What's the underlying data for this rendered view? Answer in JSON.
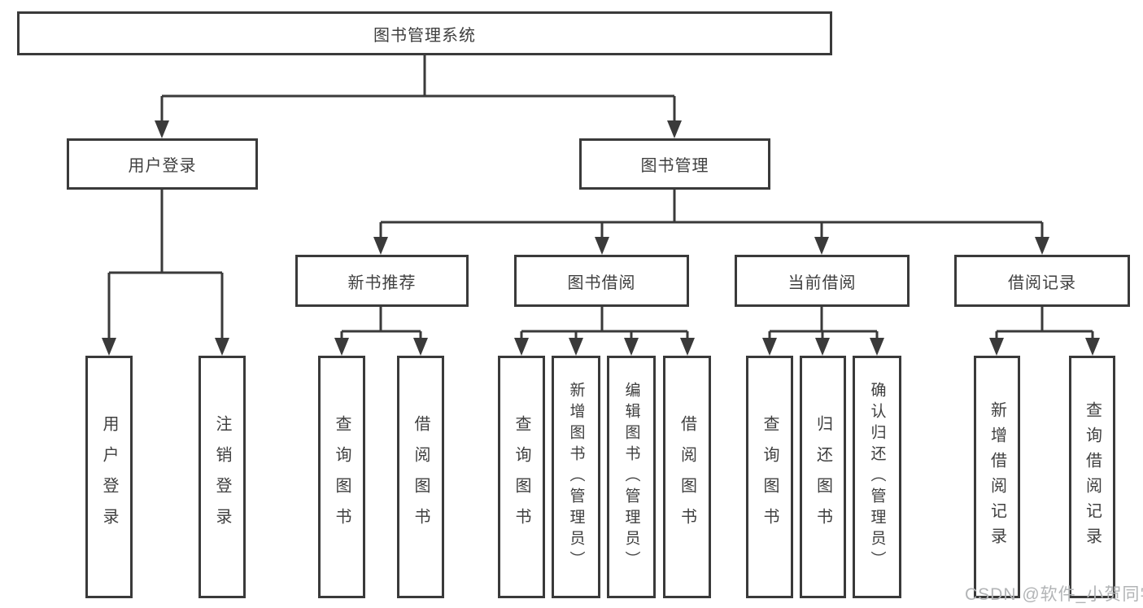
{
  "tree": {
    "root": {
      "label": "图书管理系统",
      "children": [
        {
          "label": "用户登录",
          "children": [
            {
              "label": "用户登录"
            },
            {
              "label": "注销登录"
            }
          ]
        },
        {
          "label": "图书管理",
          "children": [
            {
              "label": "新书推荐",
              "children": [
                {
                  "label": "查询图书"
                },
                {
                  "label": "借阅图书"
                }
              ]
            },
            {
              "label": "图书借阅",
              "children": [
                {
                  "label": "查询图书"
                },
                {
                  "label": "新增图书（管理员）"
                },
                {
                  "label": "编辑图书（管理员）"
                },
                {
                  "label": "借阅图书"
                }
              ]
            },
            {
              "label": "当前借阅",
              "children": [
                {
                  "label": "查询图书"
                },
                {
                  "label": "归还图书"
                },
                {
                  "label": "确认归还（管理员）"
                }
              ]
            },
            {
              "label": "借阅记录",
              "children": [
                {
                  "label": "新增借阅记录"
                },
                {
                  "label": "查询借阅记录"
                }
              ]
            }
          ]
        }
      ]
    }
  },
  "watermark": {
    "text": "CSDN @软件_小贺同学"
  },
  "colors": {
    "line": "#3a3a3a",
    "text": "#3f3f3f",
    "background": "#ffffff",
    "watermark": "#b2b4b6"
  }
}
